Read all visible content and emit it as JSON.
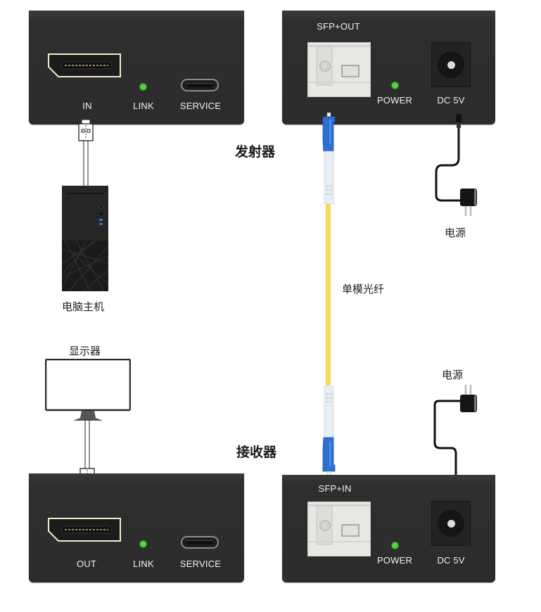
{
  "transmitter": {
    "title": "发射器",
    "left_panel": {
      "port_label": "IN",
      "led_label": "LINK",
      "service_label": "SERVICE"
    },
    "right_panel": {
      "sfp_label": "SFP+OUT",
      "power_label": "POWER",
      "dc_label": "DC 5V"
    }
  },
  "receiver": {
    "title": "接收器",
    "left_panel": {
      "port_label": "OUT",
      "led_label": "LINK",
      "service_label": "SERVICE"
    },
    "right_panel": {
      "sfp_label": "SFP+IN",
      "power_label": "POWER",
      "dc_label": "DC 5V"
    }
  },
  "devices": {
    "pc_label": "电脑主机",
    "monitor_label": "显示器",
    "power_top_label": "电源",
    "power_bottom_label": "电源",
    "fiber_label": "单模光纤"
  },
  "colors": {
    "panel": "#2c2c2c",
    "led": "#4fd53c",
    "fiber": "#f9d85a",
    "lc_connector": "#2f6fd1",
    "dp_outline": "#f4edc8"
  }
}
